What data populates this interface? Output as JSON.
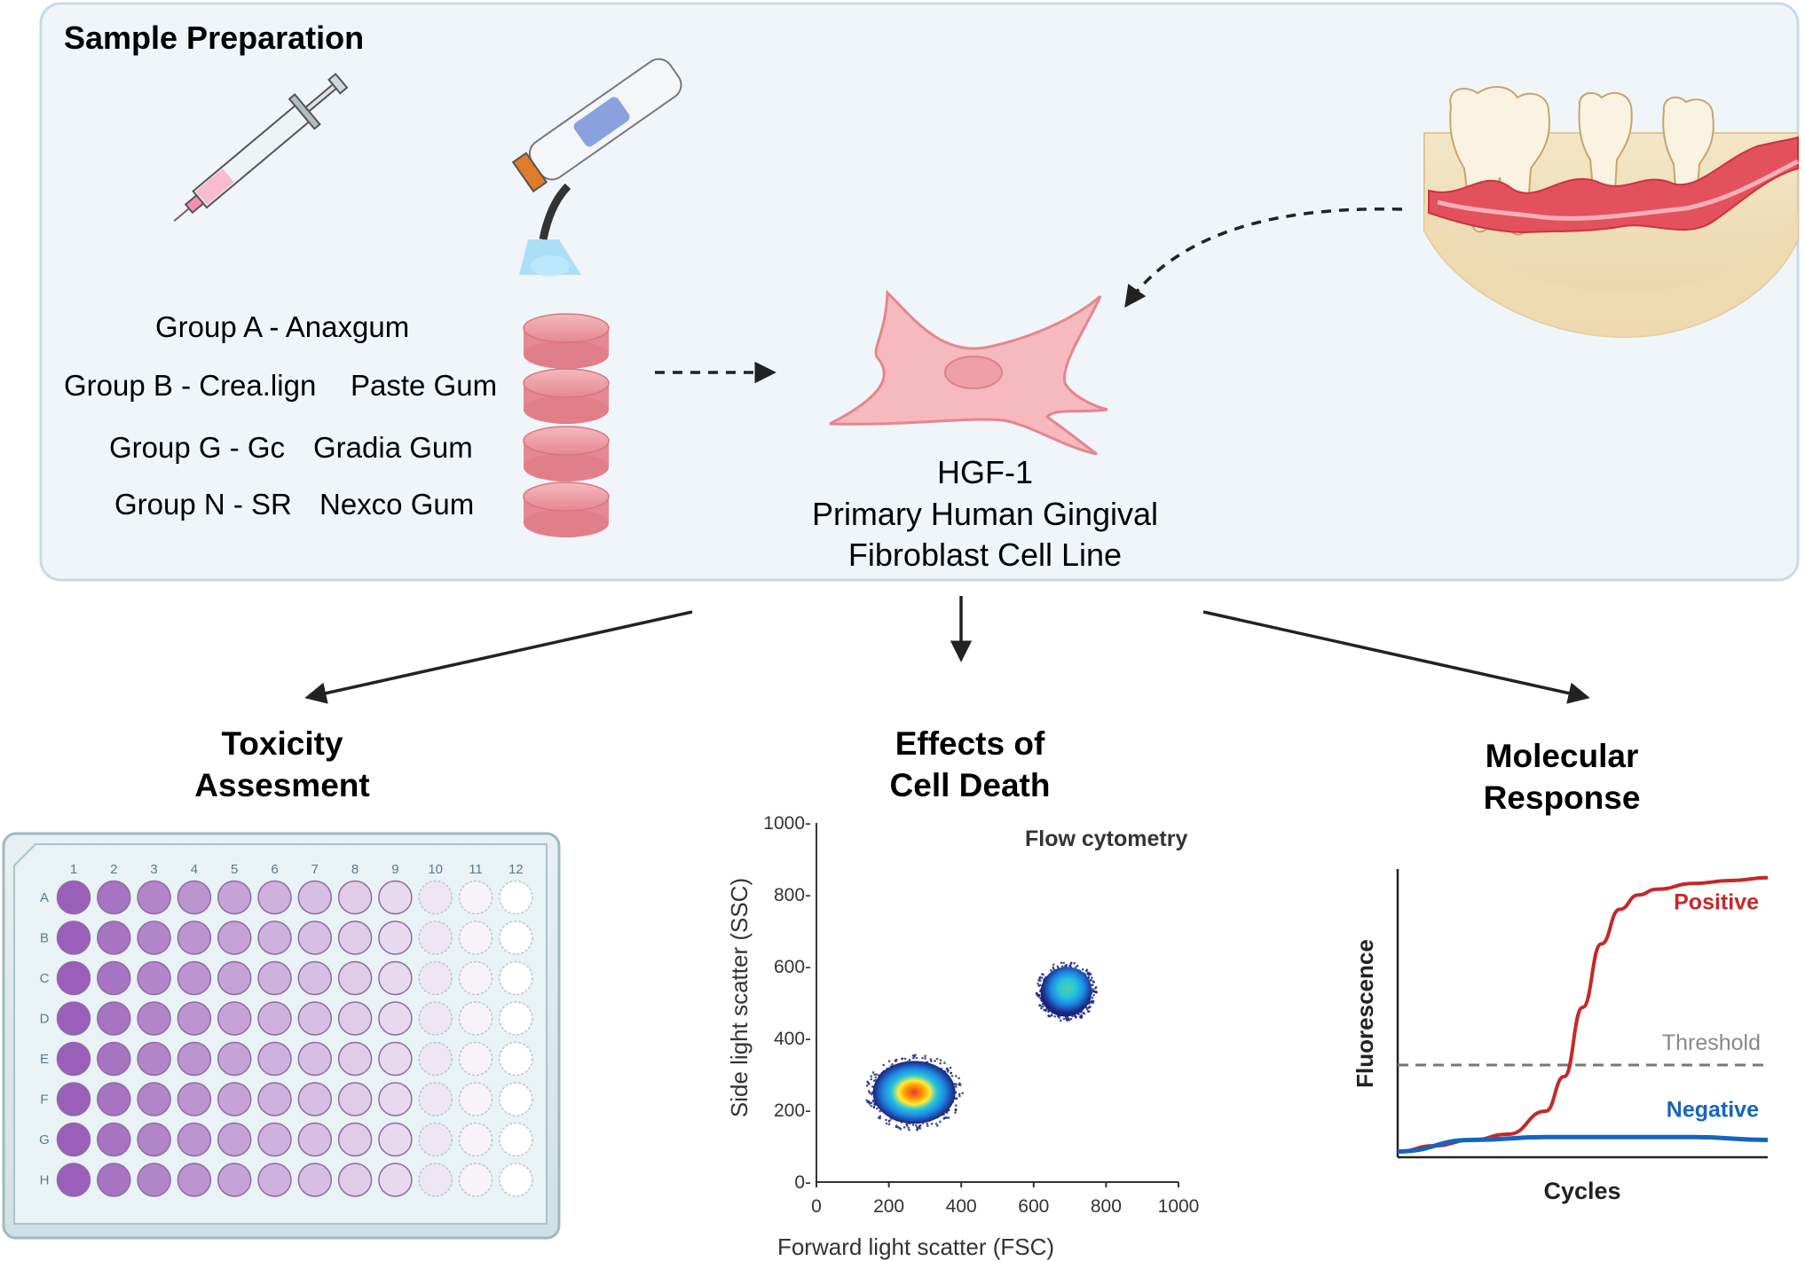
{
  "prep": {
    "title": "Sample Preparation",
    "groups": [
      {
        "id": "Group A",
        "sep": " - ",
        "name": "Anaxgum",
        "product": ""
      },
      {
        "id": "Group B",
        "sep": " - ",
        "name": "Crea.lign",
        "product": "Paste Gum"
      },
      {
        "id": "Group G",
        "sep": " - ",
        "name": "Gc",
        "product": "Gradia Gum"
      },
      {
        "id": "Group N",
        "sep": " - ",
        "name": "SR",
        "product": "Nexco Gum"
      }
    ],
    "cell": {
      "line1": "HGF-1",
      "line2": "Primary Human Gingival",
      "line3": "Fibroblast Cell Line"
    }
  },
  "toxicity": {
    "title_line1": "Toxicity",
    "title_line2": "Assesment",
    "plate": {
      "columns": [
        "1",
        "2",
        "3",
        "4",
        "5",
        "6",
        "7",
        "8",
        "9",
        "10",
        "11",
        "12"
      ],
      "rows": [
        "A",
        "B",
        "C",
        "D",
        "E",
        "F",
        "G",
        "H"
      ],
      "gradient_start": "#9a5fb8",
      "gradient_end": "#ffffff"
    }
  },
  "death": {
    "title_line1": "Effects of",
    "title_line2": "Cell Death",
    "chart_data": {
      "type": "scatter",
      "title": "Flow cytometry",
      "xlabel": "Forward light scatter (FSC)",
      "ylabel": "Side light scatter (SSC)",
      "xlim": [
        0,
        1000
      ],
      "ylim": [
        0,
        1000
      ],
      "xticks": [
        "0",
        "200",
        "400",
        "600",
        "800",
        "1000"
      ],
      "yticks": [
        "0-",
        "200-",
        "400-",
        "600-",
        "800-",
        "1000-"
      ],
      "populations": [
        {
          "center": [
            270,
            250
          ],
          "spread": [
            120,
            95
          ]
        },
        {
          "center": [
            690,
            530
          ],
          "spread": [
            75,
            75
          ]
        }
      ],
      "colorscale": [
        "#1a237e",
        "#1e88e5",
        "#26c6da",
        "#ffeb3b",
        "#ff9800",
        "#e53935"
      ],
      "grid": false
    }
  },
  "molecular": {
    "title_line1": "Molecular",
    "title_line2": "Response",
    "chart_data": {
      "type": "line",
      "xlabel": "Cycles",
      "ylabel": "Fluorescence",
      "threshold_label": "Threshold",
      "threshold": 0.32,
      "series": [
        {
          "name": "Positive",
          "color": "#c62828",
          "x": [
            0,
            0.1,
            0.2,
            0.3,
            0.4,
            0.45,
            0.5,
            0.55,
            0.6,
            0.65,
            0.7,
            0.8,
            0.9,
            1.0
          ],
          "y": [
            0.02,
            0.04,
            0.06,
            0.08,
            0.16,
            0.28,
            0.52,
            0.74,
            0.86,
            0.91,
            0.93,
            0.95,
            0.96,
            0.97
          ]
        },
        {
          "name": "Negative",
          "color": "#1565c0",
          "x": [
            0,
            0.2,
            0.4,
            0.6,
            0.8,
            1.0
          ],
          "y": [
            0.02,
            0.06,
            0.07,
            0.07,
            0.07,
            0.06
          ]
        }
      ],
      "grid": false
    }
  }
}
